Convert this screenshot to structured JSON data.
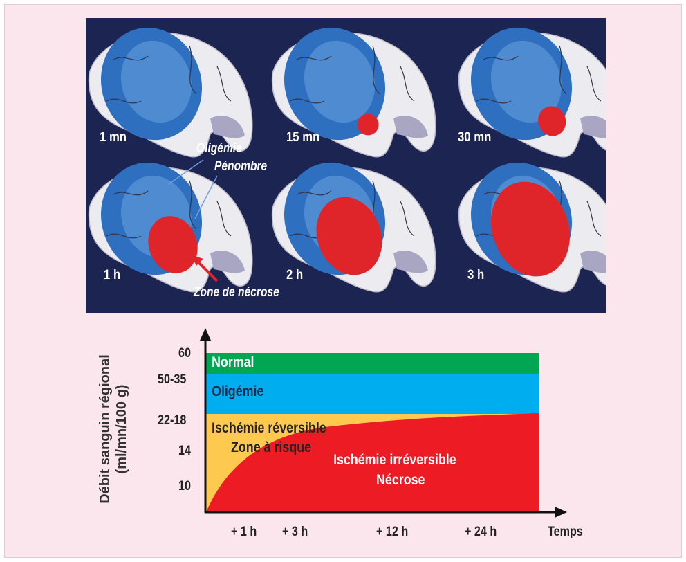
{
  "brain_panel": {
    "stages": [
      {
        "label": "1 mn",
        "necrosis": 0
      },
      {
        "label": "15 mn",
        "necrosis": 0.12
      },
      {
        "label": "30 mn",
        "necrosis": 0.22
      },
      {
        "label": "1 h",
        "necrosis": 0.55
      },
      {
        "label": "2 h",
        "necrosis": 0.8
      },
      {
        "label": "3 h",
        "necrosis": 1
      }
    ],
    "annotations": {
      "oligemia": "Oligémie",
      "penumbra": "Pénombre",
      "necrosis_zone": "Zone de nécrose"
    },
    "colors": {
      "background": "#1c2452",
      "brain": "#ecebf0",
      "oligemia": "#2f6fc0",
      "penumbra": "#4f8bd0",
      "necrosis": "#e0252a"
    }
  },
  "chart_data": {
    "type": "area",
    "ylabel_line1": "Débit sanguin régional",
    "ylabel_line2": "(ml/mn/100 g)",
    "xlabel": "Temps",
    "y_ticks": [
      "60",
      "50-35",
      "22-18",
      "14",
      "10"
    ],
    "x_ticks": [
      "+ 1 h",
      "+ 3 h",
      "+ 12 h",
      "+ 24 h"
    ],
    "bands": [
      {
        "name": "Normal",
        "color": "#00a651"
      },
      {
        "name": "Oligémie",
        "color": "#00aeef"
      },
      {
        "name": "Ischémie réversible",
        "sub": "Zone à risque",
        "color": "#fdc94f"
      },
      {
        "name": "Ischémie irréversible",
        "sub": "Nécrose",
        "color": "#ed1c24"
      }
    ]
  }
}
